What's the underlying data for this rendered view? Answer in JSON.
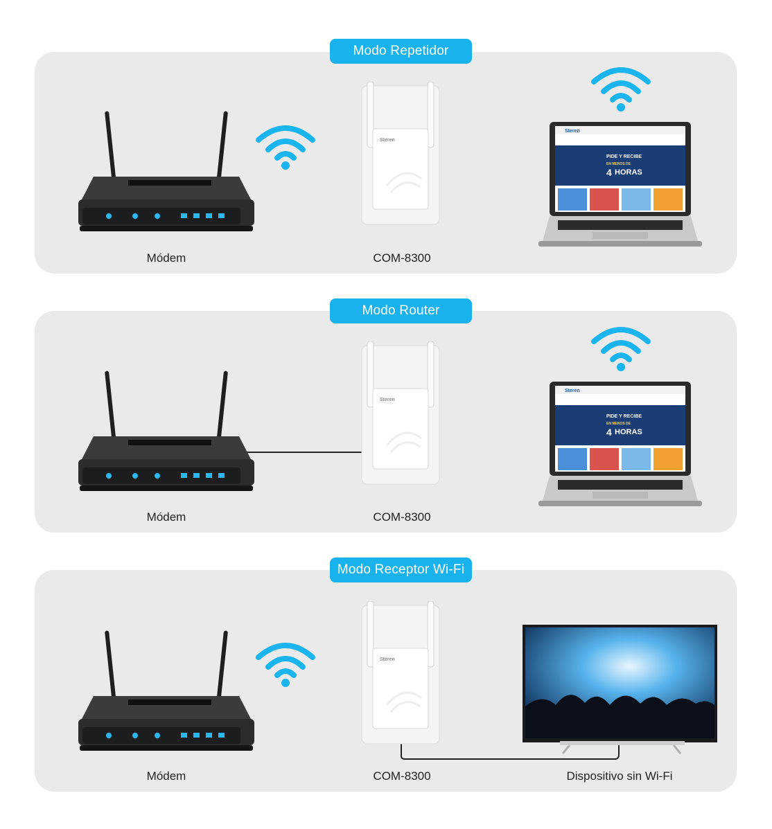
{
  "colors": {
    "badge": "#19b2ec",
    "panel": "#eaeaea",
    "wifi": "#1ab4ee"
  },
  "modes": [
    {
      "title": "Modo Repetidor",
      "labels": {
        "modem": "Módem",
        "device": "COM-8300"
      },
      "client": "laptop",
      "link": "wifi"
    },
    {
      "title": "Modo Router",
      "labels": {
        "modem": "Módem",
        "device": "COM-8300"
      },
      "client": "laptop",
      "link": "cable"
    },
    {
      "title": "Modo Receptor Wi-Fi",
      "labels": {
        "modem": "Módem",
        "device": "COM-8300",
        "client": "Dispositivo sin Wi-Fi"
      },
      "client": "tv",
      "link": "wifi"
    }
  ],
  "screen": {
    "brand": "Steren",
    "headline": "PIDE Y RECIBE",
    "subline": "EN MENOS DE",
    "hours_number": "4",
    "hours": "HORAS"
  },
  "device_brand": "Steren"
}
